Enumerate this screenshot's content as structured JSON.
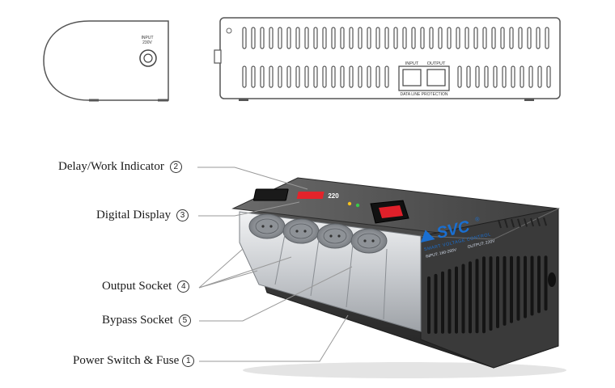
{
  "callouts": [
    {
      "num": "2",
      "label": "Delay/Work Indicator"
    },
    {
      "num": "3",
      "label": "Digital Display"
    },
    {
      "num": "4",
      "label": "Output Socket"
    },
    {
      "num": "5",
      "label": "Bypass Socket"
    },
    {
      "num": "1",
      "label": "Power Switch & Fuse"
    }
  ],
  "side_view": {
    "input_label_1": "INPUT",
    "input_label_2": "230V"
  },
  "rear_view": {
    "port_input": "INPUT",
    "port_output": "OUTPUT",
    "ports_caption": "DATA LINE PROTECTION"
  },
  "device": {
    "brand": "SVC",
    "registered": "®",
    "tagline": "SMART VOLTAGE CONTROL",
    "spec_1": "INPUT: 160-260V",
    "spec_2": "OUTPUT: 220V",
    "display_value": "220"
  },
  "colors": {
    "body_dark": "#3c3c3c",
    "panel_silver": "#cfd2d6",
    "brand_blue": "#1a6fd1",
    "switch_red": "#e0202a"
  }
}
